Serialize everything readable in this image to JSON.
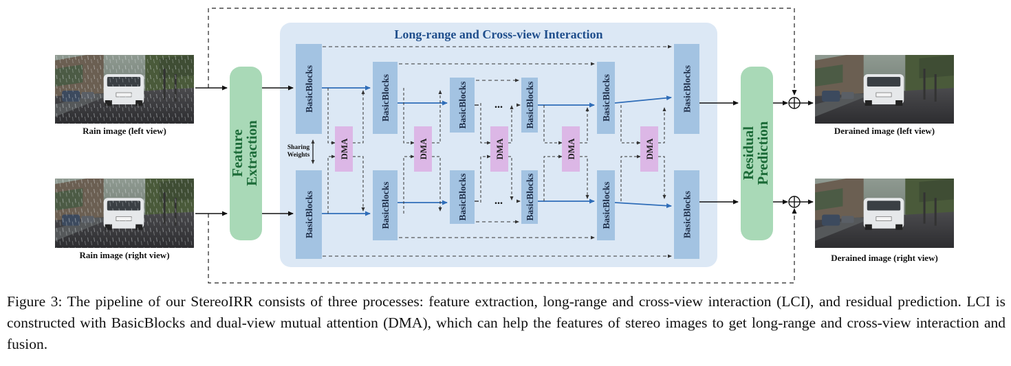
{
  "diagram": {
    "lci_title": "Long-range and Cross-view Interaction",
    "feature_extraction": [
      "Feature",
      "Extraction"
    ],
    "residual_prediction": [
      "Residual",
      "Prediction"
    ],
    "basic_block_label": "BasicBlocks",
    "dma_label": "DMA",
    "sharing_weights": [
      "Sharing",
      "Weights"
    ],
    "ellipsis": "...",
    "plus_symbol": "⊕",
    "inputs": {
      "left_label": "Rain image (left view)",
      "right_label": "Rain image (right view)"
    },
    "outputs": {
      "left_label": "Derained image (left view)",
      "right_label": "Derained image (right view)"
    },
    "colors": {
      "lci_background": "#dce8f5",
      "basic_block": "#a3c3e2",
      "dma_block": "#dcb7e6",
      "feature_block": "#a9d9b7",
      "main_arrow": "#2f6db8"
    }
  },
  "caption": "Figure 3: The pipeline of our StereoIRR consists of three processes: feature extraction, long-range and cross-view interaction (LCI), and residual prediction. LCI is constructed with BasicBlocks and dual-view mutual attention (DMA), which can help the features of stereo images to get long-range and cross-view interaction and fusion."
}
